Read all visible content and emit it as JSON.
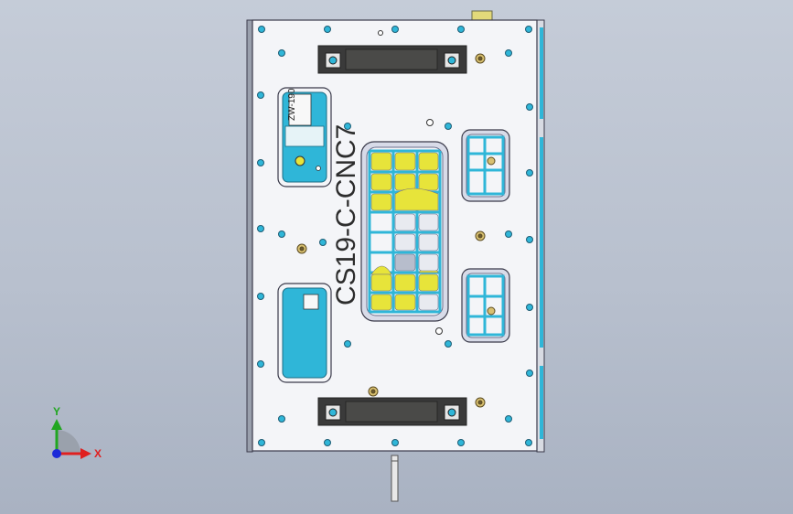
{
  "model": {
    "part_label": "CS19-C-CNC7",
    "tag_label": "ZW-190"
  },
  "triad": {
    "x_label": "X",
    "y_label": "Y"
  },
  "colors": {
    "background": "#b8c0ce",
    "plate": "#f4f5f8",
    "plate_edge": "#3a3a4a",
    "pocket": "#2fb6d8",
    "frame": "#6a6e8c",
    "yellow": "#e7e43a",
    "clamp": "#3a3a3a",
    "axis_x": "#e02020",
    "axis_y": "#21a621",
    "axis_z": "#1c2ad8"
  }
}
